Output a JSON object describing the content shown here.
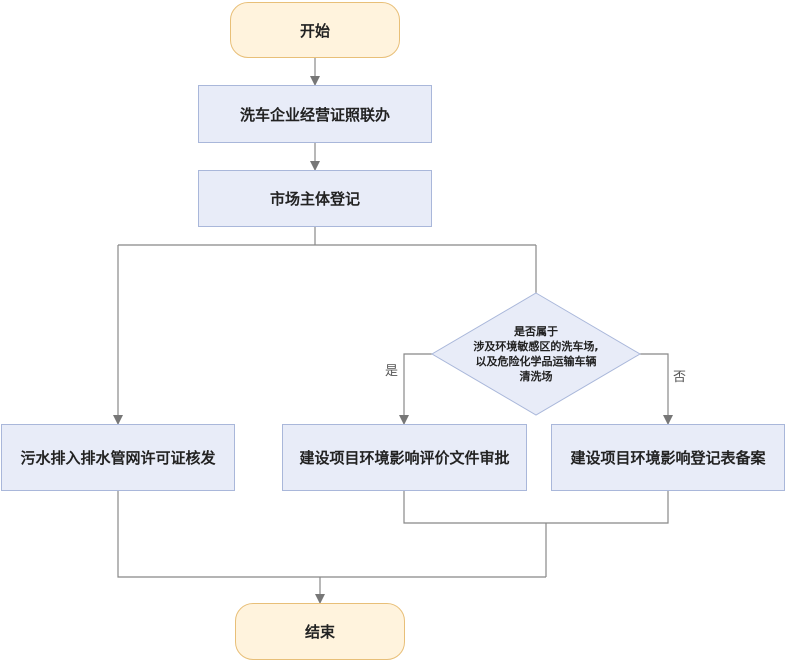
{
  "start": "开始",
  "step1": "洗车企业经营证照联办",
  "step2": "市场主体登记",
  "decision": {
    "line1": "是否属于",
    "line2": "涉及环境敏感区的洗车场,",
    "line3": "以及危险化学品运输车辆",
    "line4": "清洗场"
  },
  "yes_label": "是",
  "no_label": "否",
  "left_box": "污水排入排水管网许可证核发",
  "mid_box": "建设项目环境影响评价文件审批",
  "right_box": "建设项目环境影响登记表备案",
  "end": "结束",
  "colors": {
    "terminal_fill": "#fff3dd",
    "process_fill": "#e8ecf8",
    "decision_fill": "#e8ecf8",
    "line": "#888888"
  }
}
